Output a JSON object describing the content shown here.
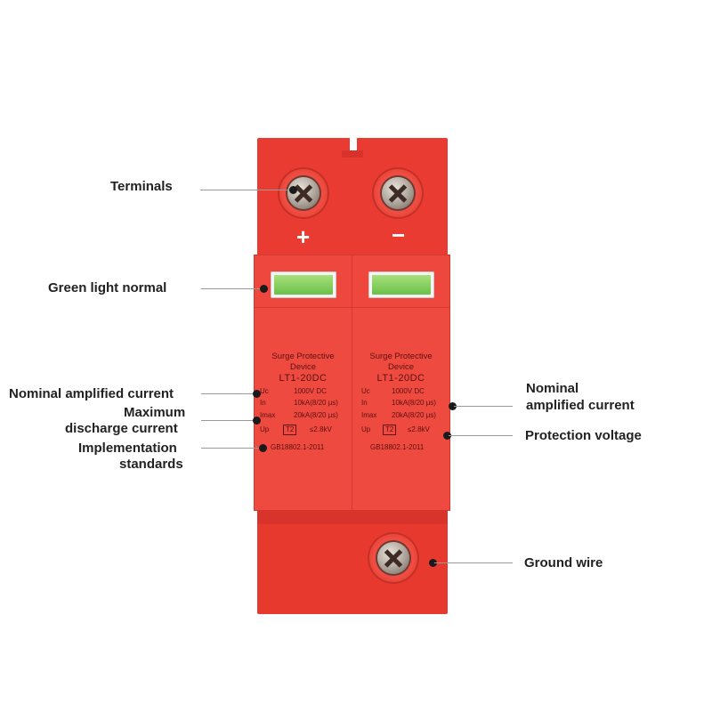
{
  "device": {
    "polarity_plus": "+",
    "polarity_minus": "−",
    "modules": [
      {
        "title_line1": "Surge Protective",
        "title_line2": "Device",
        "model": "LT1-20DC",
        "rows": [
          {
            "key": "Uc",
            "value": "1000V DC"
          },
          {
            "key": "In",
            "value": "10kA(8/20 μs)"
          },
          {
            "key": "Imax",
            "value": "20kA(8/20 μs)"
          },
          {
            "key": "Up",
            "class": "T2",
            "value": "≤2.8kV"
          }
        ],
        "standard": "GB18802.1-2011"
      },
      {
        "title_line1": "Surge Protective",
        "title_line2": "Device",
        "model": "LT1-20DC",
        "rows": [
          {
            "key": "Uc",
            "value": "1000V DC"
          },
          {
            "key": "In",
            "value": "10kA(8/20 μs)"
          },
          {
            "key": "Imax",
            "value": "20kA(8/20 μs)"
          },
          {
            "key": "Up",
            "class": "T2",
            "value": "≤2.8kV"
          }
        ],
        "standard": "GB18802.1-2011"
      }
    ]
  },
  "callouts": {
    "terminals": "Terminals",
    "green_light": "Green light normal",
    "nominal_left": "Nominal amplified current",
    "max_discharge_1": "Maximum",
    "max_discharge_2": "discharge current",
    "implementation_1": "Implementation",
    "implementation_2": "standards",
    "nominal_right_1": "Nominal",
    "nominal_right_2": "amplified current",
    "protection_voltage": "Protection voltage",
    "ground_wire": "Ground wire"
  },
  "colors": {
    "body_red": "#ea3b33",
    "indicator_green": "#6bc04a",
    "text_dark": "#222222"
  },
  "icons": [
    "screw-terminal-icon",
    "indicator-window-icon",
    "callout-dot-icon"
  ]
}
